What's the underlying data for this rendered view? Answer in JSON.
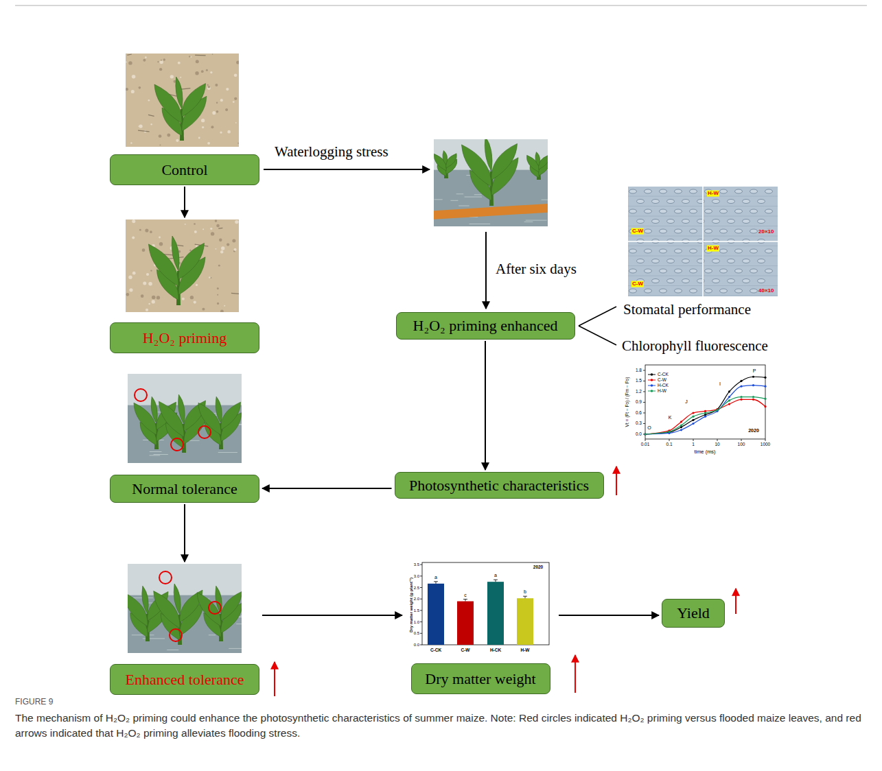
{
  "diagram": {
    "caption": "The mechanism of H₂O₂ priming could enhance the photosynthetic characteristics of summer maize. Note: Red circles indicated H₂O₂ priming versus flooded maize leaves, and red arrows indicated that H₂O₂ priming alleviates flooding stress.",
    "nodes": [
      {
        "text": [
          "Control"
        ]
      },
      {
        "text": [
          "H₂O₂ priming"
        ]
      },
      {
        "text": [
          "H₂O₂ priming enhanced"
        ]
      },
      {
        "text": [
          "Photosynthetic characteristics"
        ]
      },
      {
        "text": [
          "Normal tolerance"
        ]
      },
      {
        "text": [
          "Enhanced tolerance"
        ]
      },
      {
        "text": [
          "Dry matter weight"
        ]
      },
      {
        "text": [
          "Yield"
        ]
      }
    ],
    "edges": [
      {
        "from": 0,
        "to": 1,
        "arrow": "to"
      },
      {
        "from": 2,
        "to": 3,
        "arrow": "to"
      },
      {
        "from": 3,
        "to": 4,
        "arrow": "to"
      },
      {
        "from": 4,
        "to": 5,
        "arrow": "to"
      },
      {
        "from": 5,
        "to": 6,
        "arrow": "to"
      },
      {
        "from": 6,
        "to": 7,
        "arrow": "to"
      }
    ],
    "labels": [
      "Waterlogging stress",
      "After six days",
      "Stomatal performance",
      "Chlorophyll fluorescence",
      "C-W",
      "H-W",
      "20×10",
      "C-W",
      "H-W",
      "40×10",
      "C-CK",
      "C-W",
      "H-CK",
      "H-W",
      "O",
      "K",
      "J",
      "I",
      "P",
      "0.0",
      "0.3",
      "0.6",
      "0.9",
      "1.2",
      "1.5",
      "1.8",
      "0.01",
      "0.1",
      "1",
      "10",
      "100",
      "1000",
      "time (ms)",
      "Vt = (Ft − Fo) / (Fm − Fo)",
      "2020",
      "0.0",
      "0.5",
      "1.0",
      "1.5",
      "2.0",
      "2.5",
      "3.0",
      "3.5",
      "C-CK",
      "C-W",
      "H-CK",
      "H-W",
      "a",
      "c",
      "a",
      "b",
      "Dry matter weight (g plant⁻¹)",
      "2020",
      "FIGURE 9"
    ]
  }
}
